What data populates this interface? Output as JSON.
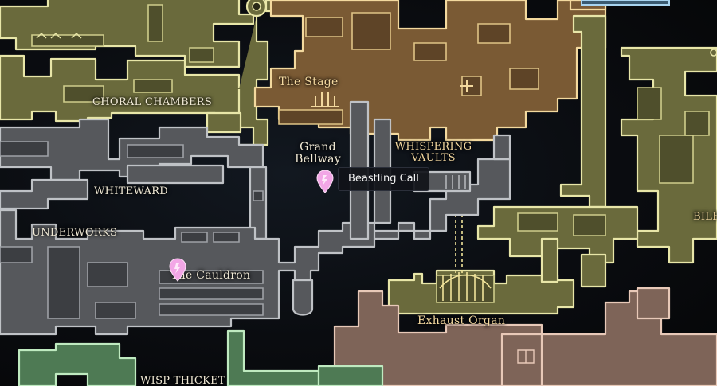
{
  "map": {
    "labels": {
      "choral_chambers": "CHORAL CHAMBERS",
      "whiteward": "WHITEWARD",
      "underworks": "UNDERWORKS",
      "the_stage": "The Stage",
      "grand_bellway_l1": "Grand",
      "grand_bellway_l2": "Bellway",
      "whispering_vaults_l1": "WHISPERING",
      "whispering_vaults_l2": "VAULTS",
      "the_cauldron": "The Cauldron",
      "exhaust_organ": "Exhaust Organ",
      "wisp_thicket": "WISP THICKET",
      "bile_partial": "BILE"
    },
    "tooltip": {
      "text": "Beastling Call"
    },
    "pins": [
      {
        "name": "bellway-pin",
        "icon": "map-pin-icon",
        "color": "#f2a6e6"
      },
      {
        "name": "cauldron-pin",
        "icon": "map-pin-icon",
        "color": "#f2a6e6"
      }
    ],
    "colors": {
      "grey_region": "#56585c",
      "grey_outline": "#bfc2c6",
      "olive_region": "#6a6a3c",
      "olive_outline": "#e8e6a8",
      "brown_region": "#7a5a34",
      "brown_outline": "#f3d99e",
      "rose_region": "#7e6458",
      "rose_outline": "#e8c9b8",
      "green_region": "#4e7a54",
      "green_outline": "#bfeac0",
      "blue_outline": "#a8d4f0"
    }
  }
}
